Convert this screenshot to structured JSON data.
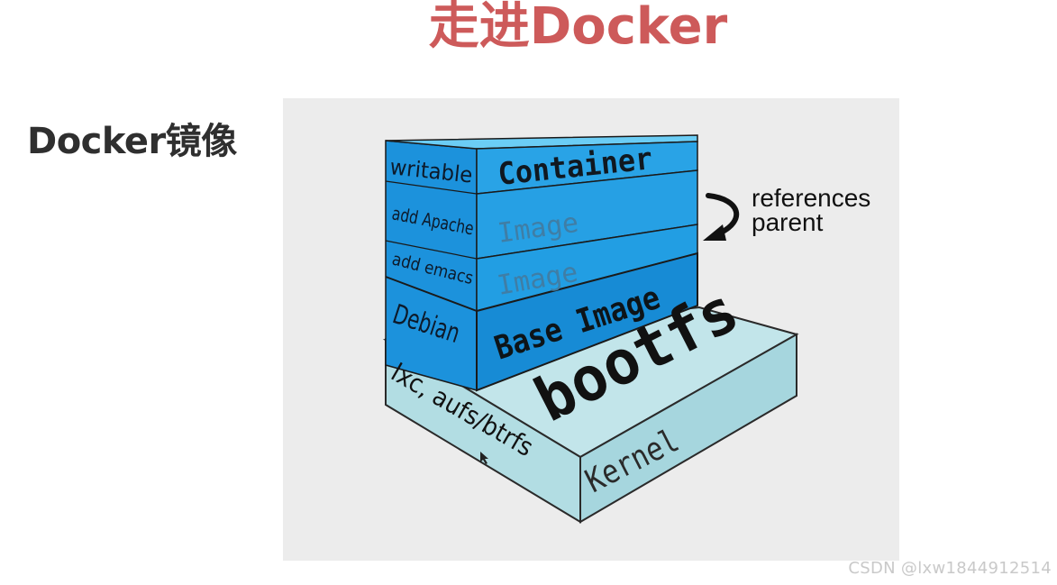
{
  "slide": {
    "title": "走进Docker",
    "heading": "Docker镜像",
    "watermark": "CSDN @lxw1844912514"
  },
  "diagram": {
    "layers": [
      {
        "side_label": "writable",
        "front_label": "Container"
      },
      {
        "side_label": "add Apache",
        "front_label": "Image"
      },
      {
        "side_label": "add emacs",
        "front_label": "Image"
      },
      {
        "side_label": "Debian",
        "front_label": "Base Image"
      }
    ],
    "bootfs_label": "bootfs",
    "kernel_label": "Kernel",
    "kernel_side_label": "lxc, aufs/btrfs",
    "annotation": {
      "line1": "references",
      "line2": "parent"
    },
    "colors": {
      "container_top": "#5cc4f2",
      "container": "#29a3e6",
      "image": "#229ee3",
      "base_image": "#178bd5",
      "side_face": "#1c92dc",
      "kernel_top": "#c2e5ea",
      "kernel_front": "#a6d6de",
      "title_red": "#cd5a5a"
    }
  }
}
